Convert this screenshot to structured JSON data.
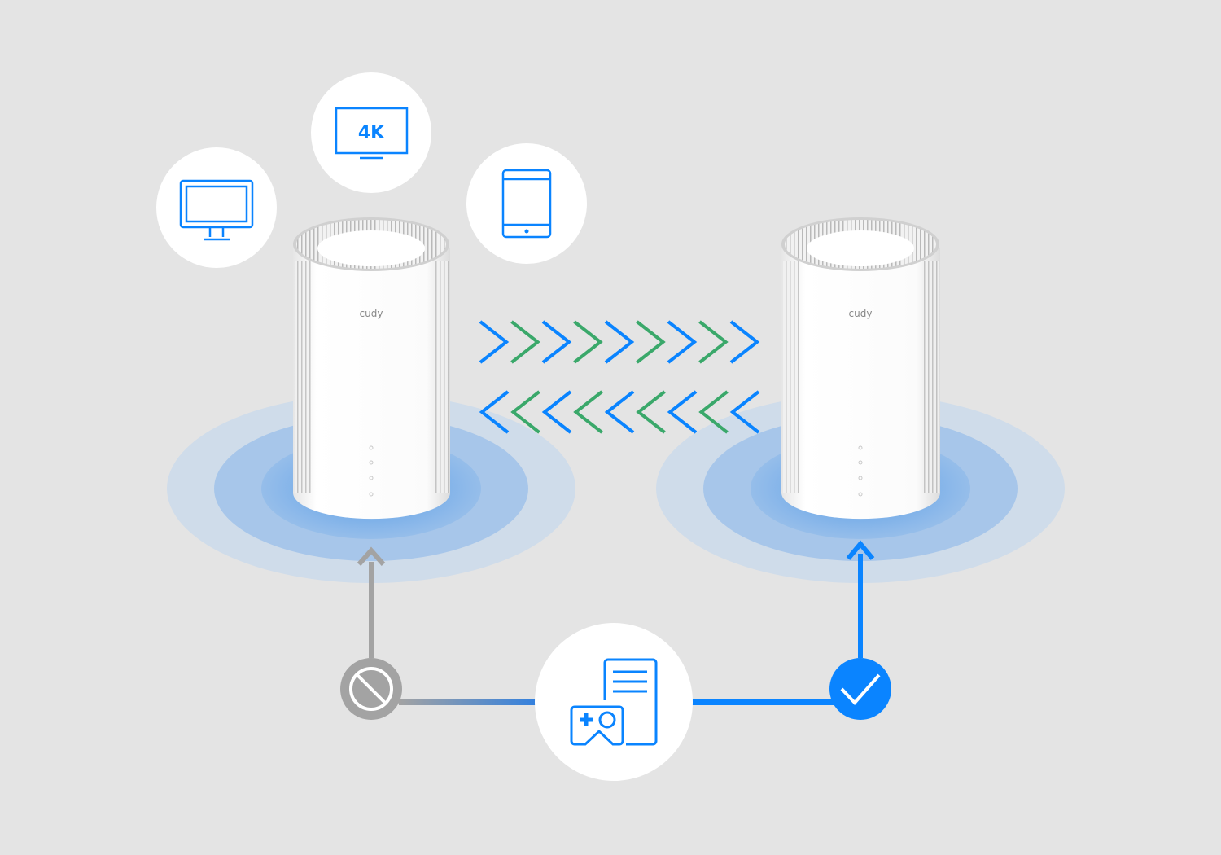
{
  "colors": {
    "background": "#e4e4e4",
    "blue": "#0a84ff",
    "green": "#3aa86a",
    "gray": "#a3a3a3",
    "white": "#ffffff"
  },
  "device_icons": {
    "monitor": "monitor-icon",
    "tv": "tv-4k-icon",
    "tablet": "tablet-icon",
    "tv_label": "4K"
  },
  "routers": [
    {
      "brand": "cudy",
      "status": "blocked"
    },
    {
      "brand": "cudy",
      "status": "connected"
    }
  ],
  "center_icon": "gaming-console-pc-icon",
  "status_icons": [
    "ban-icon",
    "check-icon"
  ]
}
